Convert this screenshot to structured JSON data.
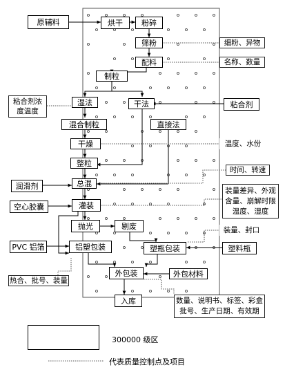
{
  "steps": {
    "raw_materials": "原辅料",
    "drying": "烘干",
    "crushing": "粉碎",
    "sieving": "筛粉",
    "batching": "配料",
    "granulation": "制粒",
    "wet_method": "湿法",
    "dry_method": "干法",
    "mixed_granulation": "混合制粒",
    "direct_compression": "直接法",
    "drying2": "干燥",
    "sizing": "整粒",
    "total_mixing": "总混",
    "encapsulation": "灌装",
    "polishing": "抛光",
    "picking": "剔废",
    "blister_pack": "铝塑包装",
    "bottle_pack": "塑瓶包装",
    "outer_pack": "外包装",
    "warehousing": "入库"
  },
  "inputs": {
    "binder_concentration": "粘合剂浓\n度温度",
    "binder": "粘合剂",
    "lubricant": "润滑剂",
    "empty_capsule": "空心胶囊",
    "pvc_foil": "PVC 铝箔",
    "plastic_bottle": "塑料瓶",
    "outer_material": "外包材料"
  },
  "quality_points": {
    "sieving_qc": "细粉、异物",
    "batching_qc": "名称、数量",
    "drying_qc": "温度、水份",
    "mixing_qc": "时间、转速",
    "filling_qc": "装量差异、外观\n含量、崩解时限\n温度、湿度",
    "bottle_qc": "装量、封口",
    "blister_qc": "热合、批号、装量",
    "outer_qc": "数量、说明书、标签、彩盒\n批号、生产日期、有效期"
  },
  "legend": {
    "clean_zone": "300000 级区",
    "qc_line": "代表质量控制点及项目"
  }
}
